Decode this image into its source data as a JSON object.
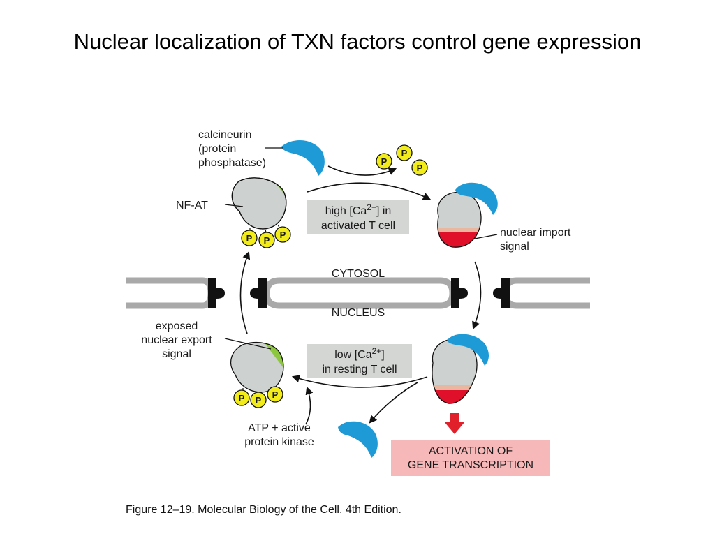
{
  "title": "Nuclear localization of TXN factors control gene expression",
  "labels": {
    "calcineurin": [
      "calcineurin",
      "(protein",
      "phosphatase)"
    ],
    "nfat": "NF-AT",
    "nuclear_import": [
      "nuclear import",
      "signal"
    ],
    "cytosol": "CYTOSOL",
    "nucleus": "NUCLEUS",
    "exposed_export": [
      "exposed",
      "nuclear export",
      "signal"
    ],
    "kinase": [
      "ATP + active",
      "protein kinase"
    ],
    "phosphate": "P"
  },
  "boxes": {
    "high": {
      "line1_pre": "high [Ca",
      "line1_sup": "2+",
      "line1_post": "] in",
      "line2": "activated T cell"
    },
    "low": {
      "line1_pre": "low [Ca",
      "line1_sup": "2+",
      "line1_post": "]",
      "line2": "in resting T cell"
    },
    "activation": [
      "ACTIVATION OF",
      "GENE TRANSCRIPTION"
    ]
  },
  "caption": "Figure 12–19. Molecular Biology of the Cell, 4th Edition.",
  "colors": {
    "calcineurin": "#1e9ad6",
    "nfat_body": "#cdd1cf",
    "nuclear_signal": "#e0102a",
    "export_signal": "#8dc63f",
    "phosphate": "#f2ec1a",
    "membrane": "#a9a9a9",
    "box_gray": "#d4d6d4",
    "box_pink": "#f6b8b8",
    "arrow_red": "#e0202a"
  }
}
